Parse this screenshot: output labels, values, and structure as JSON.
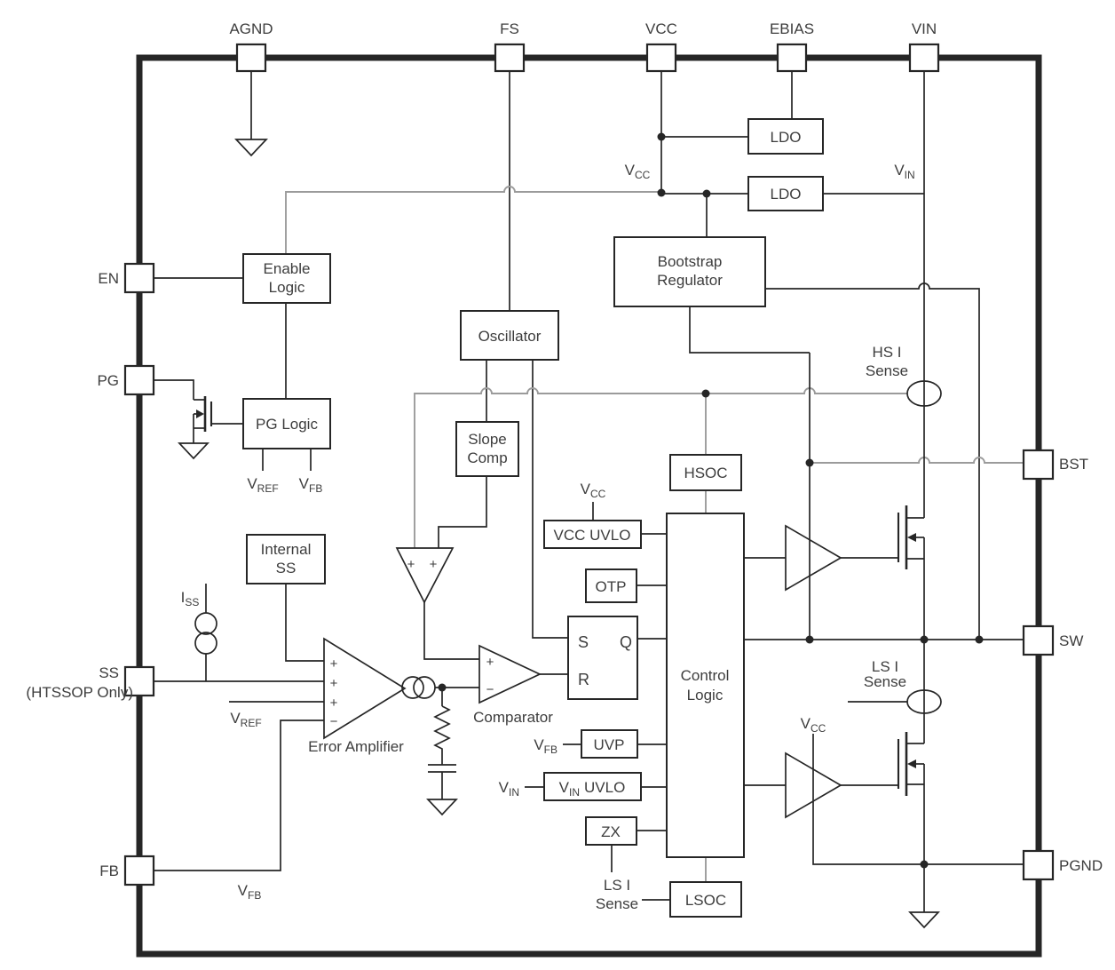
{
  "colors": {
    "line": "#262626",
    "gray": "#9b9b9b",
    "text": "#3d3d3d",
    "bg": "#ffffff"
  },
  "pins": {
    "agnd": "AGND",
    "fs": "FS",
    "vcc": "VCC",
    "ebias": "EBIAS",
    "vin": "VIN",
    "en": "EN",
    "pg": "PG",
    "ss": "SS",
    "ss_note": "(HTSSOP Only)",
    "fb": "FB",
    "bst": "BST",
    "sw": "SW",
    "pgnd": "PGND"
  },
  "blocks": {
    "enable_logic": {
      "line1": "Enable",
      "line2": "Logic"
    },
    "pg_logic": {
      "label": "PG Logic"
    },
    "internal_ss": {
      "line1": "Internal",
      "line2": "SS"
    },
    "oscillator": {
      "label": "Oscillator"
    },
    "slope_comp": {
      "line1": "Slope",
      "line2": "Comp"
    },
    "ldo_top": {
      "label": "LDO"
    },
    "ldo_bottom": {
      "label": "LDO"
    },
    "bootstrap": {
      "line1": "Bootstrap",
      "line2": "Regulator"
    },
    "hsoc": {
      "label": "HSOC"
    },
    "vcc_uvlo": {
      "label": "VCC UVLO"
    },
    "otp": {
      "label": "OTP"
    },
    "control_logic": {
      "line1": "Control",
      "line2": "Logic"
    },
    "uvp": {
      "label": "UVP"
    },
    "vin_uvlo": {
      "pre": "V",
      "sub": "IN",
      "post": "UVLO"
    },
    "zx": {
      "label": "ZX"
    },
    "lsoc": {
      "label": "LSOC"
    }
  },
  "latch": {
    "s": "S",
    "q": "Q",
    "r": "R"
  },
  "amp_labels": {
    "comparator": "Comparator",
    "error_amplifier": "Error Amplifier"
  },
  "ops": {
    "plus": "+",
    "minus": "−"
  },
  "signals": {
    "vcc": {
      "main": "V",
      "sub": "CC"
    },
    "vin": {
      "main": "V",
      "sub": "IN"
    },
    "vref": {
      "main": "V",
      "sub": "REF"
    },
    "vfb": {
      "main": "V",
      "sub": "FB"
    },
    "iss": {
      "main": "I",
      "sub": "SS"
    },
    "hs_i_sense": {
      "line1": "HS I",
      "line2": "Sense"
    },
    "ls_i_sense": {
      "line1": "LS I",
      "line2": "Sense"
    }
  }
}
